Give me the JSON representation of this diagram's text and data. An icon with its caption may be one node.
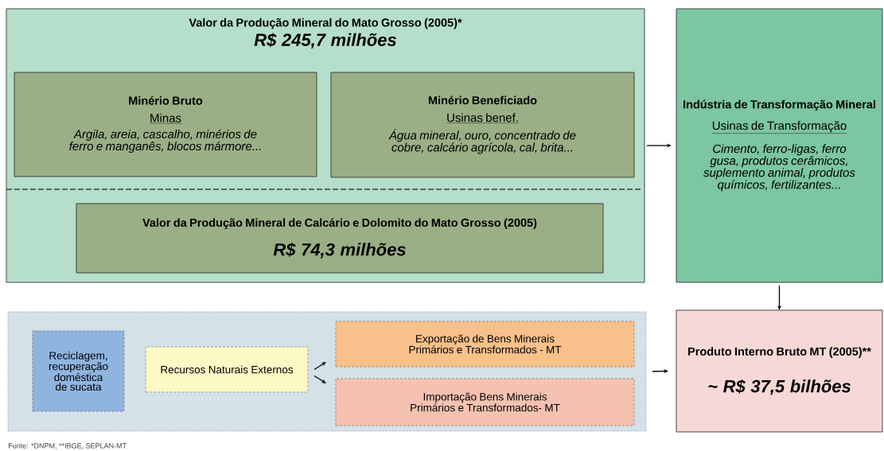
{
  "diagram": {
    "nodes": [
      {
        "text": [
          "Valor da Produção Mineral do Mato Grosso (2005)*",
          "R$ 245,7 milhões"
        ]
      },
      {
        "text": [
          "Minério Bruto",
          "Minas",
          "Argila, areia, cascalho, minérios de ferro e manganês, blocos mármore..."
        ],
        "in": 0
      },
      {
        "text": [
          "Minério Beneficiado",
          "Usinas benef.",
          "Água mineral, ouro, concentrado de cobre, calcário agrícola, cal, brita..."
        ],
        "in": 0
      },
      {
        "text": [
          "Valor da Produção Mineral de Calcário e Dolomito do Mato Grosso (2005)",
          "R$ 74,3 milhões"
        ],
        "in": 0
      },
      {
        "text": [
          "Indústria de Transformação Mineral",
          "Usinas de Transformação",
          "Cimento, ferro-ligas, ferro gusa, produtos cerâmicos, suplemento animal, produtos químicos, fertilizantes..."
        ]
      },
      {
        "text": [],
        "shape": "box"
      },
      {
        "text": [
          "Reciclagem, recuperação doméstica de sucata"
        ],
        "in": 5
      },
      {
        "text": [
          "Recursos Naturais Externos"
        ],
        "in": 5
      },
      {
        "text": [
          "Exportação de Bens Minerais Primários e Transformados - MT"
        ],
        "in": 5
      },
      {
        "text": [
          "Importação Bens Minerais Primários e Transformados- MT"
        ],
        "in": 5
      },
      {
        "text": [
          "Produto Interno Bruto MT (2005)**",
          "~ R$ 37,5 bilhões"
        ]
      }
    ],
    "edges": [
      {
        "from": 0,
        "to": 4,
        "arrow": "to"
      },
      {
        "from": 4,
        "to": 10,
        "arrow": "to"
      },
      {
        "from": 5,
        "to": 10,
        "arrow": "to"
      },
      {
        "from": 7,
        "to": 8,
        "arrow": "to"
      },
      {
        "from": 7,
        "to": 9,
        "arrow": "to"
      }
    ],
    "labels": [
      "Fonte: *DNPM, **IBGE, SEPLAN-MT"
    ]
  }
}
